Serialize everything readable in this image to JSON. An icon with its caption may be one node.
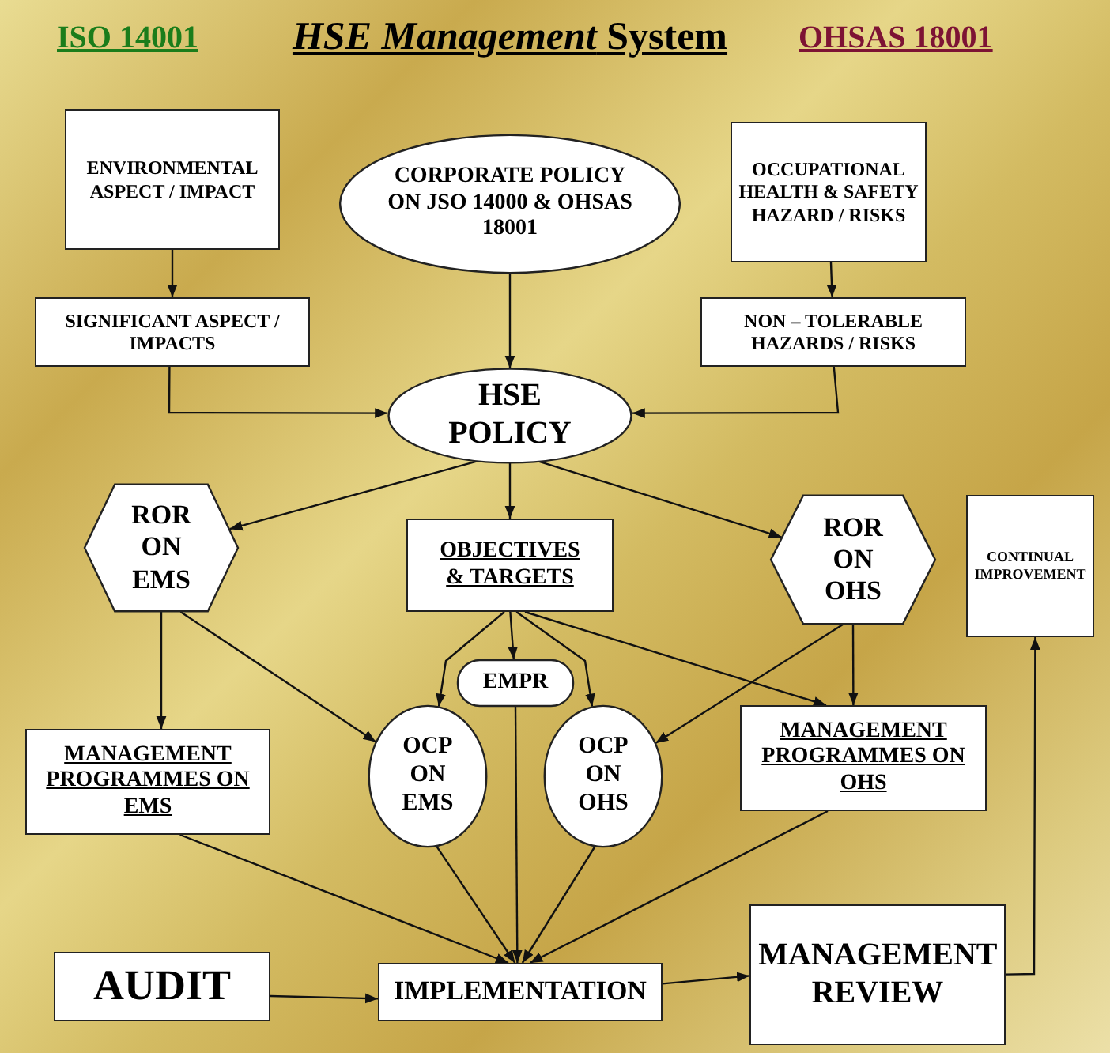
{
  "diagram": {
    "title": "*HSE Management* System",
    "nodes": [
      {
        "text": [
          "ENVIRONMENTAL ASPECT / IMPACT"
        ]
      },
      {
        "text": [
          "CORPORATE POLICY ON JSO 14000 & OHSAS 18001"
        ]
      },
      {
        "text": [
          "OCCUPATIONAL HEALTH & SAFETY HAZARD / RISKS"
        ]
      },
      {
        "text": [
          "SIGNIFICANT ASPECT / IMPACTS"
        ]
      },
      {
        "text": [
          "NON – TOLERABLE HAZARDS / RISKS"
        ]
      },
      {
        "text": [
          "HSE POLICY"
        ]
      },
      {
        "text": [
          "ROR ON EMS"
        ]
      },
      {
        "text": [
          "OBJECTIVES & TARGETS"
        ]
      },
      {
        "text": [
          "ROR ON OHS"
        ]
      },
      {
        "text": [
          "CONTINUAL IMPROVEMENT"
        ]
      },
      {
        "text": [
          "EMPR"
        ]
      },
      {
        "text": [
          "MANAGEMENT PROGRAMMES ON EMS"
        ]
      },
      {
        "text": [
          "OCP ON EMS"
        ]
      },
      {
        "text": [
          "OCP ON OHS"
        ]
      },
      {
        "text": [
          "MANAGEMENT PROGRAMMES ON OHS"
        ]
      },
      {
        "text": [
          "AUDIT"
        ]
      },
      {
        "text": [
          "IMPLEMENTATION"
        ]
      },
      {
        "text": [
          "MANAGEMENT REVIEW"
        ]
      }
    ],
    "edges": [
      {
        "from": 0,
        "to": 3,
        "arrow": "to"
      },
      {
        "from": 1,
        "to": 5,
        "arrow": "to"
      },
      {
        "from": 2,
        "to": 4,
        "arrow": "to"
      },
      {
        "from": 3,
        "to": 5,
        "arrow": "to"
      },
      {
        "from": 4,
        "to": 5,
        "arrow": "to"
      },
      {
        "from": 5,
        "to": 6,
        "arrow": "to"
      },
      {
        "from": 5,
        "to": 7,
        "arrow": "to"
      },
      {
        "from": 5,
        "to": 8,
        "arrow": "to"
      },
      {
        "from": 6,
        "to": 11,
        "arrow": "to"
      },
      {
        "from": 6,
        "to": 12,
        "arrow": "to"
      },
      {
        "from": 7,
        "to": 12,
        "arrow": "to"
      },
      {
        "from": 7,
        "to": 10,
        "arrow": "to"
      },
      {
        "from": 7,
        "to": 13,
        "arrow": "to"
      },
      {
        "from": 7,
        "to": 14,
        "arrow": "to"
      },
      {
        "from": 8,
        "to": 13,
        "arrow": "to"
      },
      {
        "from": 8,
        "to": 14,
        "arrow": "to"
      },
      {
        "from": 11,
        "to": 16,
        "arrow": "to"
      },
      {
        "from": 12,
        "to": 16,
        "arrow": "to"
      },
      {
        "from": 10,
        "to": 16,
        "arrow": "to"
      },
      {
        "from": 13,
        "to": 16,
        "arrow": "to"
      },
      {
        "from": 14,
        "to": 16,
        "arrow": "to"
      },
      {
        "from": 15,
        "to": 16,
        "arrow": "to"
      },
      {
        "from": 16,
        "to": 17,
        "arrow": "to"
      },
      {
        "from": 17,
        "to": 9,
        "arrow": "to"
      }
    ],
    "labels": [
      "ISO 14001",
      "OHSAS 18001"
    ]
  }
}
